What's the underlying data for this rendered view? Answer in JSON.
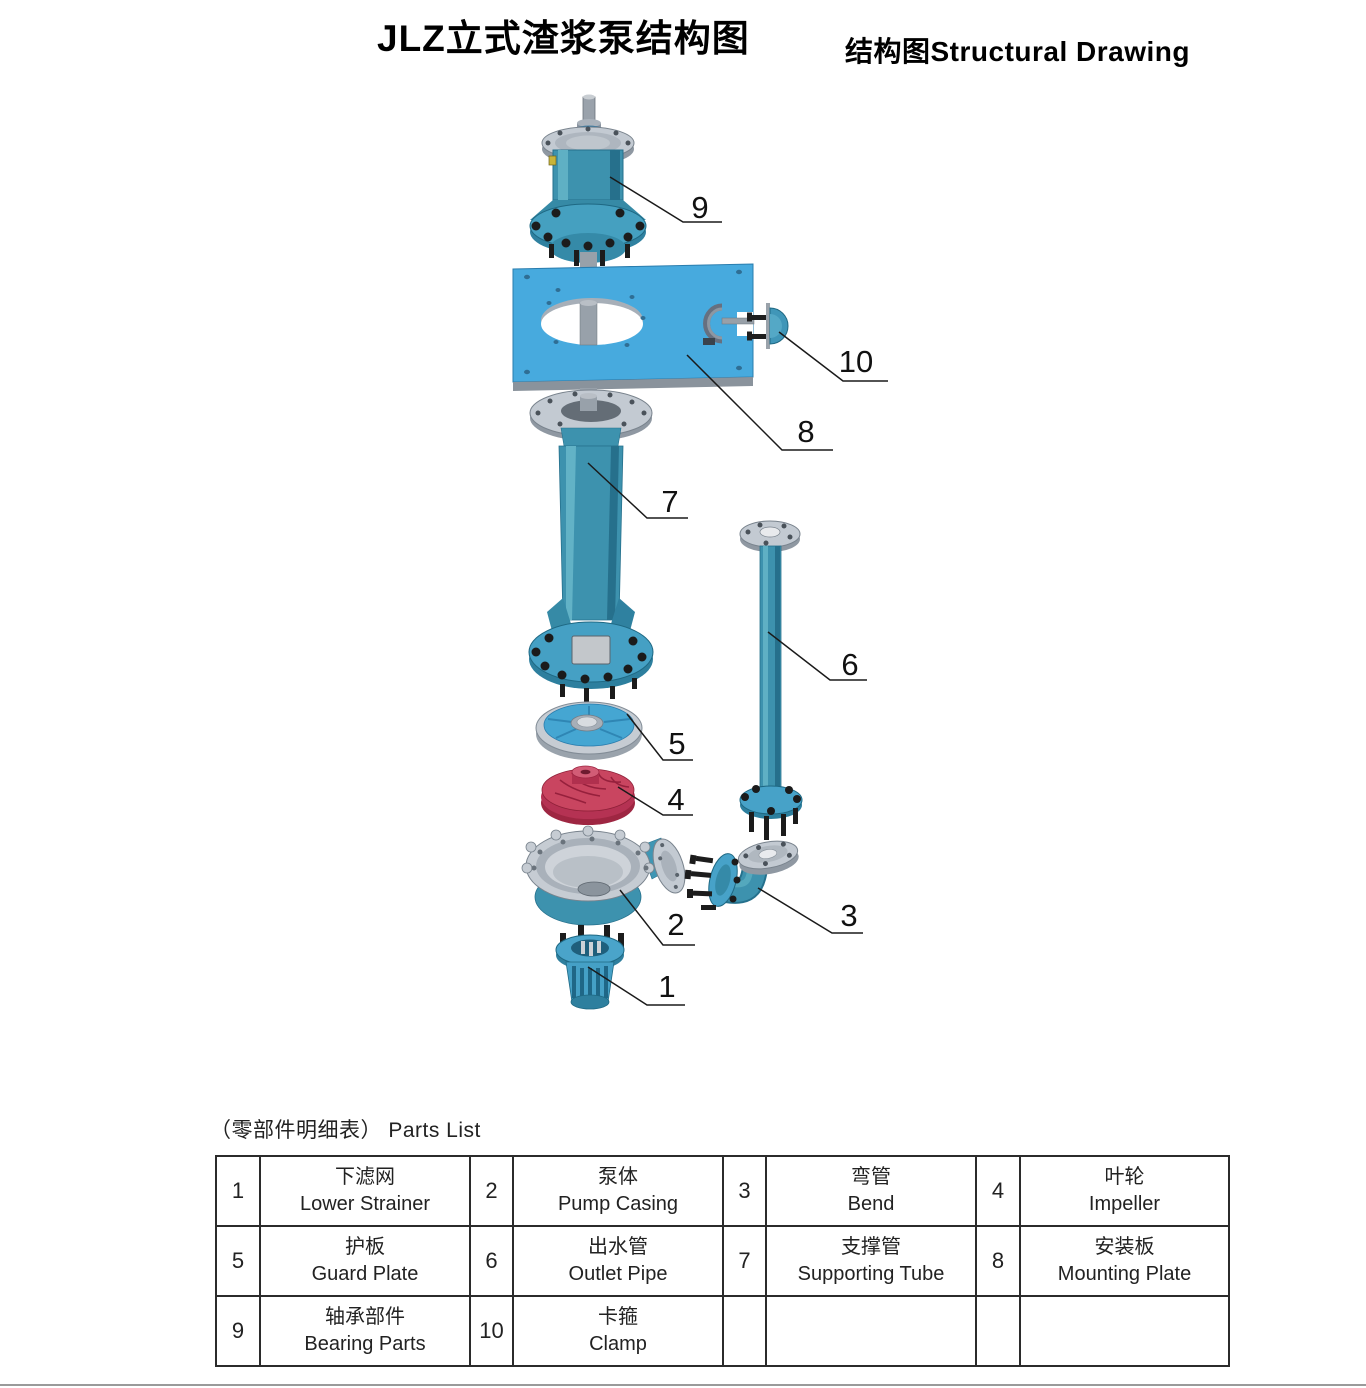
{
  "page": {
    "title": "JLZ立式渣浆泵结构图",
    "subtitle": "结构图Structural Drawing"
  },
  "diagram": {
    "description": "exploded-view structural drawing of JLZ vertical slurry pump",
    "callouts": [
      "1",
      "2",
      "3",
      "4",
      "5",
      "6",
      "7",
      "8",
      "9",
      "10"
    ]
  },
  "parts_list": {
    "caption": "（零部件明细表） Parts List",
    "parts": [
      {
        "no": "1",
        "cn": "下滤网",
        "en": "Lower Strainer"
      },
      {
        "no": "2",
        "cn": "泵体",
        "en": "Pump Casing"
      },
      {
        "no": "3",
        "cn": "弯管",
        "en": "Bend"
      },
      {
        "no": "4",
        "cn": "叶轮",
        "en": "Impeller"
      },
      {
        "no": "5",
        "cn": "护板",
        "en": "Guard Plate"
      },
      {
        "no": "6",
        "cn": "出水管",
        "en": "Outlet Pipe"
      },
      {
        "no": "7",
        "cn": "支撑管",
        "en": "Supporting Tube"
      },
      {
        "no": "8",
        "cn": "安装板",
        "en": "Mounting Plate"
      },
      {
        "no": "9",
        "cn": "轴承部件",
        "en": "Bearing Parts"
      },
      {
        "no": "10",
        "cn": "卡箍",
        "en": "Clamp"
      }
    ]
  },
  "colors": {
    "teal_body": "#3D92AE",
    "teal_dark": "#25708C",
    "teal_light": "#5FB0C4",
    "flange_blue": "#47A2C8",
    "plate_blue": "#47AADE",
    "metal_gray": "#C3CAD2",
    "impeller_red": "#C94560",
    "bolt_black": "#1C1C1C"
  }
}
